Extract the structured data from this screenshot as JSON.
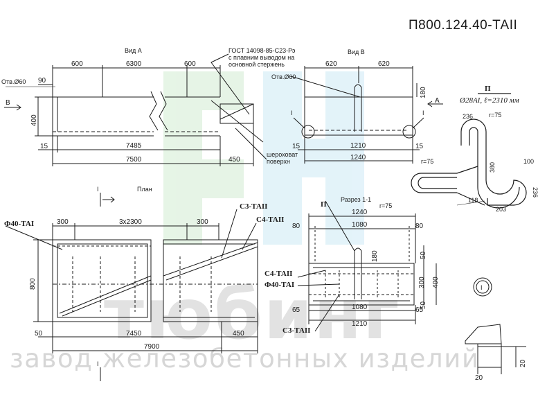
{
  "drawing_code": "П800.124.40-ТАII",
  "watermark": {
    "big": "тюбинг",
    "line": "завод железобетонных изделий"
  },
  "view_a": {
    "title": "Вид А",
    "hole": "Отв.Ø60",
    "gost_note": [
      "ГОСТ 14098-85-С23-Рэ",
      "с плавним выводом на",
      "основной стержень"
    ],
    "rough_note": [
      "шероховат",
      "поверхн"
    ],
    "arrow": "В",
    "dims_top": [
      "600",
      "6300",
      "600"
    ],
    "dim_90": "90",
    "dim_400": "400",
    "dim_15": "15",
    "dim_7485": "7485",
    "dim_7500": "7500",
    "dim_450": "450"
  },
  "view_b": {
    "title": "Вид В",
    "hole": "Отв.Ø60",
    "arrow": "А",
    "dims_top": [
      "620",
      "620"
    ],
    "dim_180": "180",
    "dim_15a": "15",
    "dim_15b": "15",
    "dim_1210": "1210",
    "dim_1240": "1240",
    "section_mark": "I"
  },
  "loop_detail": {
    "title": "П",
    "spec": "Ø28AI, ℓ=2310 мм",
    "dims": [
      "236",
      "r=75",
      "380",
      "100",
      "r=75",
      "r=75",
      "118",
      "203",
      "236"
    ]
  },
  "plan": {
    "title": "План",
    "section_mark": "I",
    "labels": [
      "Ф40-ТАI",
      "С3-ТАII",
      "С4-ТАII"
    ],
    "dims_top": [
      "300",
      "3х2300",
      "300"
    ],
    "dim_800": "800",
    "dim_50": "50",
    "dim_7450": "7450",
    "dim_450": "450",
    "dim_7900": "7900"
  },
  "section": {
    "title": "Разрез 1-1",
    "loop": "П",
    "labels": [
      "С4-ТАII",
      "Ф40-ТАI",
      "С3-ТАII"
    ],
    "dims": [
      "1240",
      "80",
      "1080",
      "80",
      "180",
      "50",
      "300",
      "400",
      "50",
      "65",
      "1080",
      "65",
      "1210"
    ]
  },
  "node": {
    "mark": "I",
    "dims": [
      "20",
      "20"
    ]
  }
}
